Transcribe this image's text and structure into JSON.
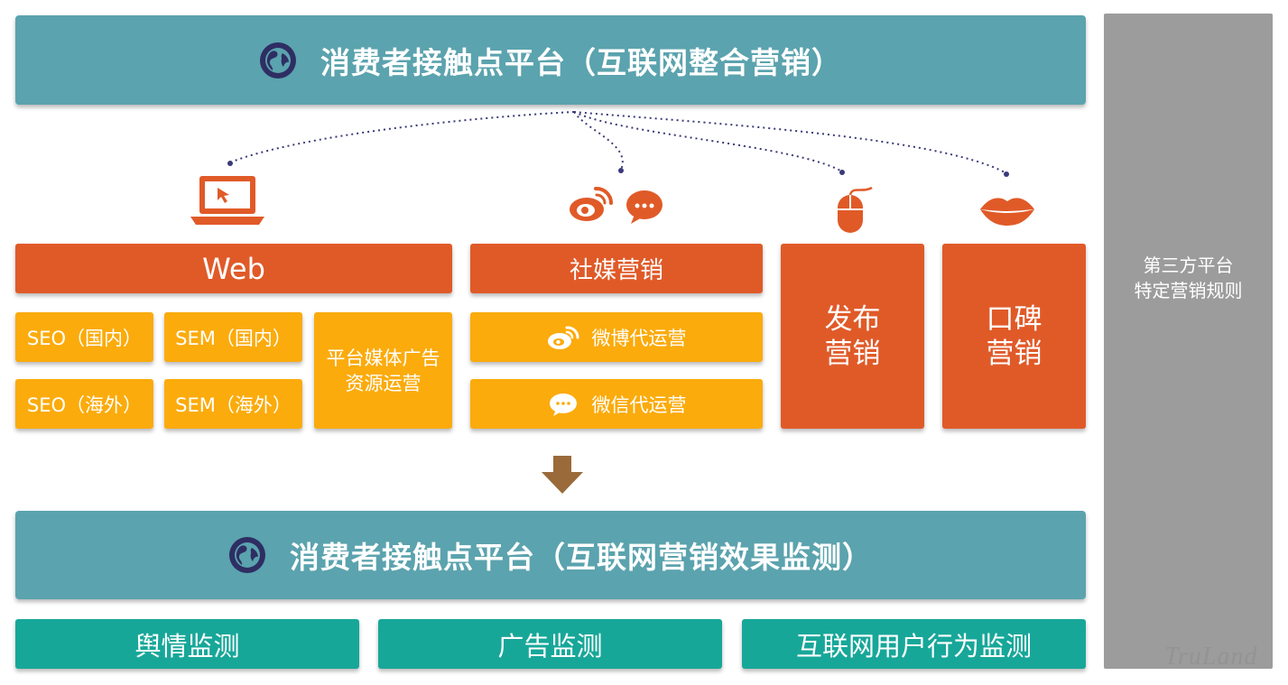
{
  "top_banner": {
    "title": "消费者接触点平台（互联网整合营销）"
  },
  "channels": {
    "web": {
      "header": "Web",
      "items": [
        "SEO（国内）",
        "SEM（国内）",
        "SEO（海外）",
        "SEM（海外）"
      ],
      "resource": [
        "平台媒体广告",
        "资源运营"
      ]
    },
    "social": {
      "header": "社媒营销",
      "items": [
        "微博代运营",
        "微信代运营"
      ]
    },
    "publish": {
      "lines": [
        "发布",
        "营销"
      ]
    },
    "wom": {
      "lines": [
        "口碑",
        "营销"
      ]
    }
  },
  "bottom_banner": {
    "title": "消费者接触点平台（互联网营销效果监测）"
  },
  "monitors": [
    "舆情监测",
    "广告监测",
    "互联网用户行为监测"
  ],
  "sidebar": {
    "lines": [
      "第三方平台",
      "特定营销规则"
    ]
  },
  "watermark": "TruLand",
  "colors": {
    "teal": "#5ba3ae",
    "orange": "#e05a28",
    "yellow": "#fbab0c",
    "green": "#17a799",
    "sidebar": "#9c9c9c",
    "arrow": "#9a6a3a",
    "connector": "#3a3a7a"
  }
}
